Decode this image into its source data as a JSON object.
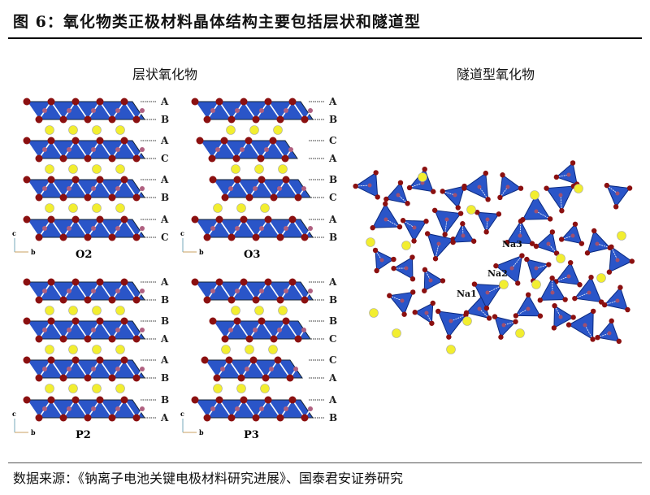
{
  "title": "图 6：氧化物类正极材料晶体结构主要包括层状和隧道型",
  "source": "数据来源：《钠离子电池关键电极材料研究进展》、国泰君安证券研究",
  "layered": {
    "heading": "层状氧化物",
    "panels": [
      {
        "name": "O2",
        "labels": [
          "A",
          "B",
          "A",
          "C",
          "A",
          "B",
          "A",
          "C"
        ]
      },
      {
        "name": "O3",
        "labels": [
          "A",
          "B",
          "C",
          "A",
          "B",
          "C",
          "A",
          "B"
        ]
      },
      {
        "name": "P2",
        "labels": [
          "A",
          "B",
          "B",
          "A",
          "A",
          "B",
          "B",
          "A"
        ]
      },
      {
        "name": "P3",
        "labels": [
          "A",
          "B",
          "B",
          "C",
          "C",
          "A",
          "A",
          "B"
        ]
      }
    ],
    "axis_c": "c",
    "axis_b": "b"
  },
  "tunnel": {
    "heading": "隧道型氧化物",
    "sites": [
      "Na3",
      "Na2",
      "Na1"
    ]
  },
  "colors": {
    "octahedron": "#2a55c8",
    "oxygen": "#8b1010",
    "sodium": "#f2ee30"
  }
}
